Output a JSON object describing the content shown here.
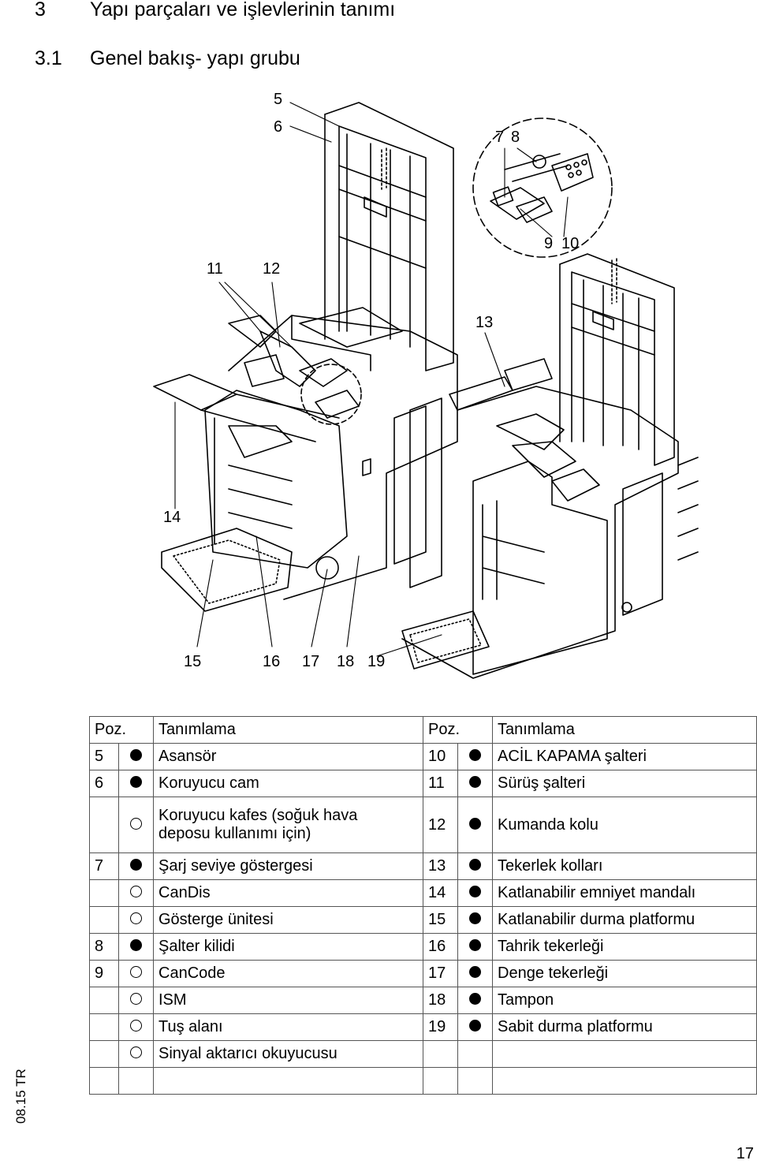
{
  "heading": {
    "number": "3",
    "text": "Yapı parçaları ve işlevlerinin tanımı"
  },
  "subheading": {
    "number": "3.1",
    "text": "Genel bakış- yapı grubu"
  },
  "callouts": [
    "5",
    "6",
    "7",
    "8",
    "9",
    "10",
    "11",
    "12",
    "13",
    "14",
    "15",
    "16",
    "17",
    "18",
    "19"
  ],
  "table": {
    "header": {
      "pos_left": "Poz.",
      "desc_left": "Tanımlama",
      "pos_right": "Poz.",
      "desc_right": "Tanımlama"
    },
    "rows": [
      {
        "lp": "5",
        "lm": "filled",
        "ld": "Asansör",
        "rp": "10",
        "rm": "filled",
        "rd": "ACİL KAPAMA şalteri"
      },
      {
        "lp": "6",
        "lm": "filled",
        "ld": "Koruyucu cam",
        "rp": "11",
        "rm": "filled",
        "rd": "Sürüş şalteri"
      },
      {
        "lp": "",
        "lm": "open",
        "ld": "Koruyucu kafes (soğuk hava deposu kullanımı için)",
        "rp": "12",
        "rm": "filled",
        "rd": "Kumanda kolu"
      },
      {
        "lp": "7",
        "lm": "filled",
        "ld": "Şarj seviye göstergesi",
        "rp": "13",
        "rm": "filled",
        "rd": "Tekerlek kolları"
      },
      {
        "lp": "",
        "lm": "open",
        "ld": "CanDis",
        "rp": "14",
        "rm": "filled",
        "rd": "Katlanabilir emniyet mandalı"
      },
      {
        "lp": "",
        "lm": "open",
        "ld": "Gösterge ünitesi",
        "rp": "15",
        "rm": "filled",
        "rd": "Katlanabilir durma platformu"
      },
      {
        "lp": "8",
        "lm": "filled",
        "ld": "Şalter kilidi",
        "rp": "16",
        "rm": "filled",
        "rd": "Tahrik tekerleği"
      },
      {
        "lp": "9",
        "lm": "open",
        "ld": "CanCode",
        "rp": "17",
        "rm": "filled",
        "rd": "Denge tekerleği"
      },
      {
        "lp": "",
        "lm": "open",
        "ld": "ISM",
        "rp": "18",
        "rm": "filled",
        "rd": "Tampon"
      },
      {
        "lp": "",
        "lm": "open",
        "ld": "Tuş alanı",
        "rp": "19",
        "rm": "filled",
        "rd": "Sabit durma platformu"
      },
      {
        "lp": "",
        "lm": "open",
        "ld": "Sinyal aktarıcı okuyucusu",
        "rp": "",
        "rm": "",
        "rd": ""
      },
      {
        "lp": "",
        "lm": "",
        "ld": "",
        "rp": "",
        "rm": "",
        "rd": ""
      }
    ]
  },
  "side_label": "08.15 TR",
  "page_number": "17"
}
